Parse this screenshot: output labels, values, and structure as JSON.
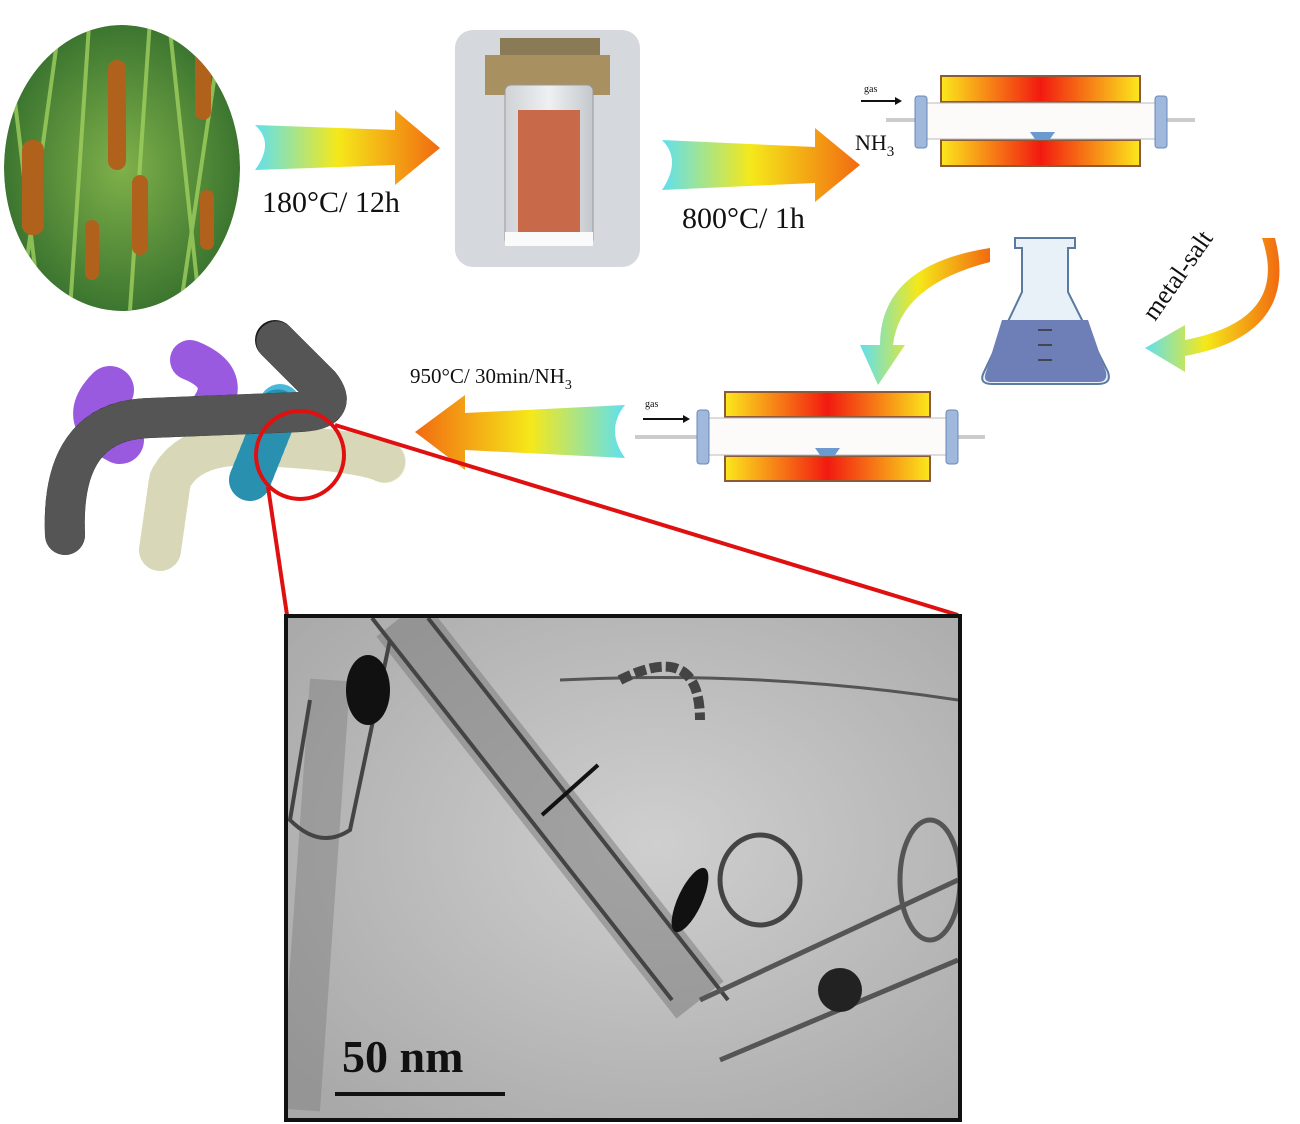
{
  "steps": {
    "step1_label": "180°C/ 12h",
    "step2_label": "800°C/ 1h",
    "nh3_label": "NH",
    "nh3_sub": "3",
    "gas_label": "gas",
    "metal_salt_label": "metal-salt",
    "step4_label": "950°C/ 30min/NH",
    "step4_sub": "3"
  },
  "tem": {
    "scale_label": "50 nm"
  },
  "colors": {
    "arrow_start": "#5fe0f0",
    "arrow_mid": "#f5e81a",
    "arrow_end": "#f26a10",
    "zoom_red": "#e01010",
    "furnace_hot": "#f21a10",
    "furnace_warm": "#fbe81c"
  }
}
